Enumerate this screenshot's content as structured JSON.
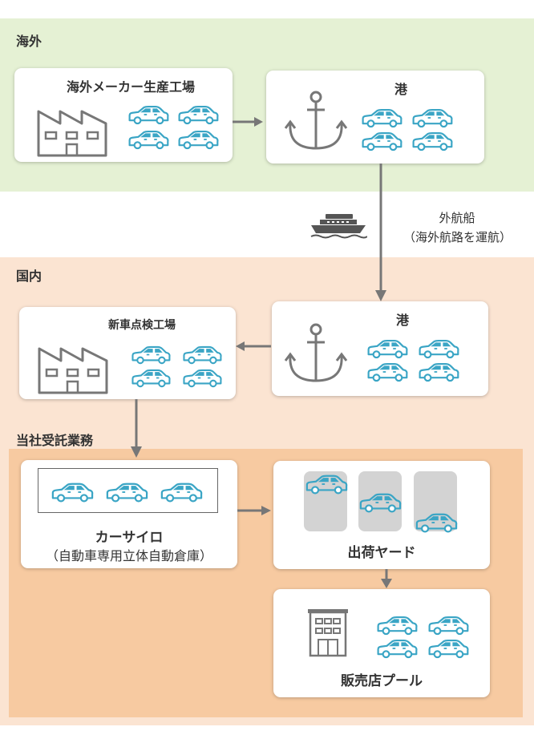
{
  "regions": {
    "overseas": {
      "label": "海外",
      "color": "#e5f1d4"
    },
    "domestic": {
      "label": "国内",
      "color": "#fbe4d2"
    },
    "company": {
      "label": "当社受託業務",
      "color": "#f7caa1"
    }
  },
  "nodes": {
    "overseas_factory": {
      "title": "海外メーカー生産工場"
    },
    "overseas_port": {
      "title": "港"
    },
    "domestic_port": {
      "title": "港"
    },
    "inspection_factory": {
      "title": "新車点検工場"
    },
    "car_silo": {
      "title_line1": "カーサイロ",
      "title_line2": "（自動車専用立体自動倉庫）"
    },
    "shipping_yard": {
      "title": "出荷ヤード"
    },
    "dealer_pool": {
      "title": "販売店プール"
    }
  },
  "ship": {
    "line1": "外航船",
    "line2": "（海外航路を運航）",
    "icon": "ship-icon"
  },
  "colors": {
    "car": "#3aa5c5",
    "icon_gray": "#777777",
    "arrow": "#777777",
    "slot": "#d3d3d3"
  }
}
